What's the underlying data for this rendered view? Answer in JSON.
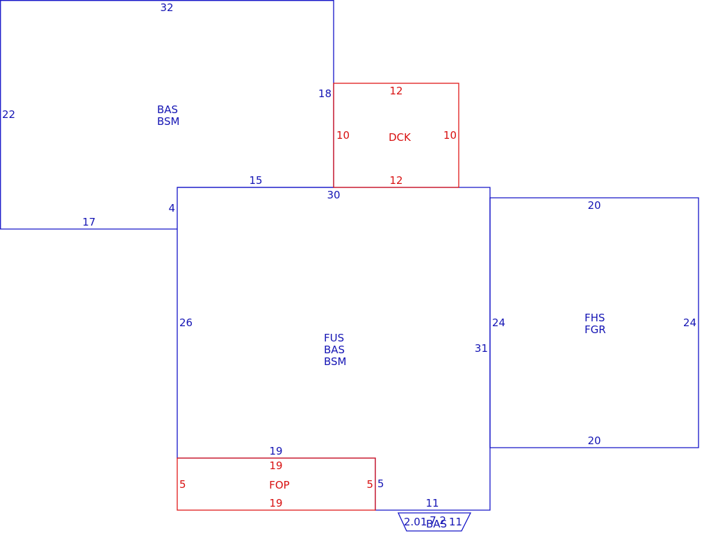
{
  "colors": {
    "primary": "#1414c8",
    "accent": "#e01818"
  },
  "areas": {
    "upper_left": {
      "codes": [
        "BAS",
        "BSM"
      ],
      "dims": {
        "top": "32",
        "left": "22",
        "right": "18",
        "bottom": "17",
        "step": "4"
      }
    },
    "deck": {
      "code": "DCK",
      "dims": {
        "top": "12",
        "bottom": "12",
        "left": "10",
        "right": "10"
      }
    },
    "main": {
      "codes": [
        "FUS",
        "BAS",
        "BSM"
      ],
      "dims": {
        "top_left": "15",
        "top": "30",
        "left": "26",
        "right": "31",
        "bottom_inner": "19",
        "notch": "5",
        "bottom_right": "11"
      }
    },
    "garage": {
      "codes": [
        "FHS",
        "FGR"
      ],
      "dims": {
        "top": "20",
        "bottom": "20",
        "left": "24",
        "right": "24"
      }
    },
    "porch": {
      "code": "FOP",
      "dims": {
        "top": "19",
        "bottom": "19",
        "left": "5",
        "right": "5"
      }
    },
    "bay": {
      "code": "BAS",
      "dims": {
        "left": "2.01",
        "top": "7.2",
        "right": "11"
      }
    }
  }
}
